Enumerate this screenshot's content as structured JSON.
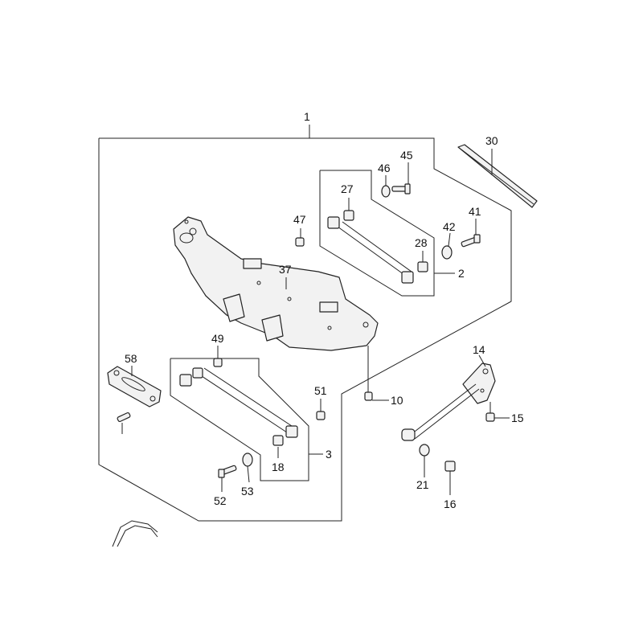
{
  "callouts": {
    "c1": "1",
    "c2": "2",
    "c3": "3",
    "c10": "10",
    "c14": "14",
    "c15": "15",
    "c16": "16",
    "c18": "18",
    "c21": "21",
    "c27": "27",
    "c28": "28",
    "c30": "30",
    "c37": "37",
    "c41": "41",
    "c42": "42",
    "c45": "45",
    "c46": "46",
    "c47": "47",
    "c49": "49",
    "c51": "51",
    "c52": "52",
    "c53": "53",
    "c58": "58"
  }
}
